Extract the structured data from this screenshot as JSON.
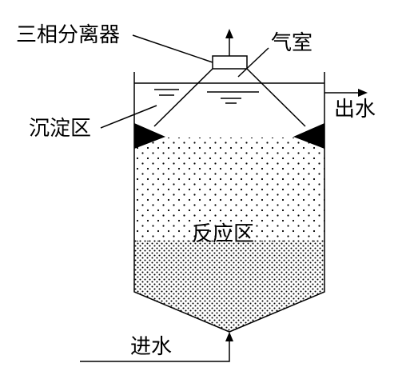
{
  "labels": {
    "three_phase_separator": "三相分离器",
    "gas_chamber": "气室",
    "sedimentation_zone": "沉淀区",
    "effluent": "出水",
    "reaction_zone": "反应区",
    "influent": "进水"
  },
  "colors": {
    "line": "#000000",
    "background": "#ffffff"
  }
}
